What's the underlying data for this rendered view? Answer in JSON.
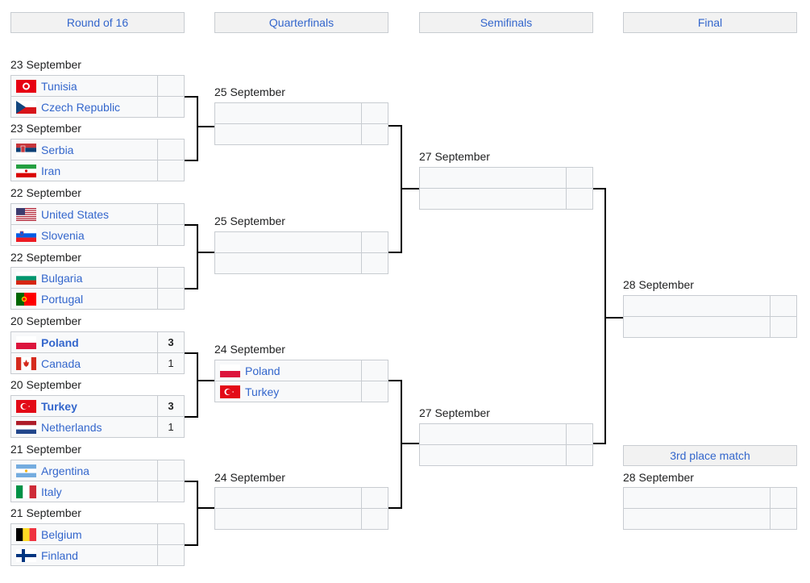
{
  "headers": {
    "r16": "Round of 16",
    "qf": "Quarterfinals",
    "sf": "Semifinals",
    "final": "Final",
    "third": "3rd place match"
  },
  "round_of_16": [
    {
      "date": "23 September",
      "teams": [
        {
          "name": "Tunisia",
          "flag": "tunisia-flag",
          "score": "",
          "winner": false
        },
        {
          "name": "Czech Republic",
          "flag": "czech-republic-flag",
          "score": "",
          "winner": false
        }
      ]
    },
    {
      "date": "23 September",
      "teams": [
        {
          "name": "Serbia",
          "flag": "serbia-flag",
          "score": "",
          "winner": false
        },
        {
          "name": "Iran",
          "flag": "iran-flag",
          "score": "",
          "winner": false
        }
      ]
    },
    {
      "date": "22 September",
      "teams": [
        {
          "name": "United States",
          "flag": "united-states-flag",
          "score": "",
          "winner": false
        },
        {
          "name": "Slovenia",
          "flag": "slovenia-flag",
          "score": "",
          "winner": false
        }
      ]
    },
    {
      "date": "22 September",
      "teams": [
        {
          "name": "Bulgaria",
          "flag": "bulgaria-flag",
          "score": "",
          "winner": false
        },
        {
          "name": "Portugal",
          "flag": "portugal-flag",
          "score": "",
          "winner": false
        }
      ]
    },
    {
      "date": "20 September",
      "teams": [
        {
          "name": "Poland",
          "flag": "poland-flag",
          "score": "3",
          "winner": true
        },
        {
          "name": "Canada",
          "flag": "canada-flag",
          "score": "1",
          "winner": false
        }
      ]
    },
    {
      "date": "20 September",
      "teams": [
        {
          "name": "Turkey",
          "flag": "turkey-flag",
          "score": "3",
          "winner": true
        },
        {
          "name": "Netherlands",
          "flag": "netherlands-flag",
          "score": "1",
          "winner": false
        }
      ]
    },
    {
      "date": "21 September",
      "teams": [
        {
          "name": "Argentina",
          "flag": "argentina-flag",
          "score": "",
          "winner": false
        },
        {
          "name": "Italy",
          "flag": "italy-flag",
          "score": "",
          "winner": false
        }
      ]
    },
    {
      "date": "21 September",
      "teams": [
        {
          "name": "Belgium",
          "flag": "belgium-flag",
          "score": "",
          "winner": false
        },
        {
          "name": "Finland",
          "flag": "finland-flag",
          "score": "",
          "winner": false
        }
      ]
    }
  ],
  "quarterfinals": [
    {
      "date": "25 September",
      "teams": [
        {
          "name": "",
          "flag": "",
          "score": "",
          "winner": false
        },
        {
          "name": "",
          "flag": "",
          "score": "",
          "winner": false
        }
      ]
    },
    {
      "date": "25 September",
      "teams": [
        {
          "name": "",
          "flag": "",
          "score": "",
          "winner": false
        },
        {
          "name": "",
          "flag": "",
          "score": "",
          "winner": false
        }
      ]
    },
    {
      "date": "24 September",
      "teams": [
        {
          "name": "Poland",
          "flag": "poland-flag",
          "score": "",
          "winner": false
        },
        {
          "name": "Turkey",
          "flag": "turkey-flag",
          "score": "",
          "winner": false
        }
      ]
    },
    {
      "date": "24 September",
      "teams": [
        {
          "name": "",
          "flag": "",
          "score": "",
          "winner": false
        },
        {
          "name": "",
          "flag": "",
          "score": "",
          "winner": false
        }
      ]
    }
  ],
  "semifinals": [
    {
      "date": "27 September",
      "teams": [
        {
          "name": "",
          "flag": "",
          "score": "",
          "winner": false
        },
        {
          "name": "",
          "flag": "",
          "score": "",
          "winner": false
        }
      ]
    },
    {
      "date": "27 September",
      "teams": [
        {
          "name": "",
          "flag": "",
          "score": "",
          "winner": false
        },
        {
          "name": "",
          "flag": "",
          "score": "",
          "winner": false
        }
      ]
    }
  ],
  "final": {
    "date": "28 September",
    "teams": [
      {
        "name": "",
        "flag": "",
        "score": "",
        "winner": false
      },
      {
        "name": "",
        "flag": "",
        "score": "",
        "winner": false
      }
    ]
  },
  "third_place": {
    "date": "28 September",
    "teams": [
      {
        "name": "",
        "flag": "",
        "score": "",
        "winner": false
      },
      {
        "name": "",
        "flag": "",
        "score": "",
        "winner": false
      }
    ]
  },
  "colors": {
    "link": "#3366cc",
    "header_bg": "#f2f2f2",
    "cell_bg": "#f8f9fa",
    "border": "#c8ccd1",
    "line": "#000000"
  }
}
